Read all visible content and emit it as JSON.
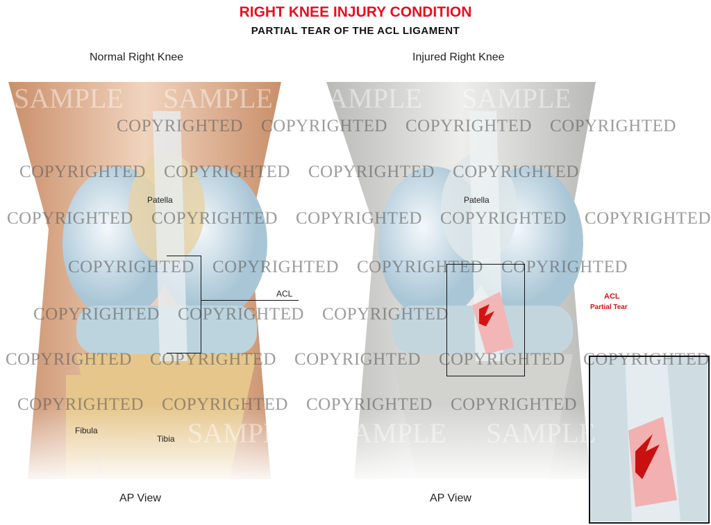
{
  "header": {
    "title": "RIGHT KNEE INJURY CONDITION",
    "subtitle": "PARTIAL TEAR OF THE ACL LIGAMENT"
  },
  "left_panel": {
    "title": "Normal Right Knee",
    "labels": {
      "patella": "Patella",
      "acl": "ACL",
      "fibula": "Fibula",
      "tibia": "Tibia"
    },
    "view": "AP View"
  },
  "right_panel": {
    "title": "Injured Right Knee",
    "labels": {
      "patella": "Patella",
      "acl": "ACL",
      "tear": "Partial Tear"
    },
    "view": "AP View"
  },
  "colors": {
    "title": "#e8101c",
    "tear": "#d41414",
    "skin_left": "#d9a27e",
    "skin_right": "#c9c9c6",
    "bone": "#e8cc97",
    "cartilage": "#c9dde6"
  },
  "watermark": {
    "primary": "COPYRIGHTED",
    "secondary": "SAMPLE"
  }
}
